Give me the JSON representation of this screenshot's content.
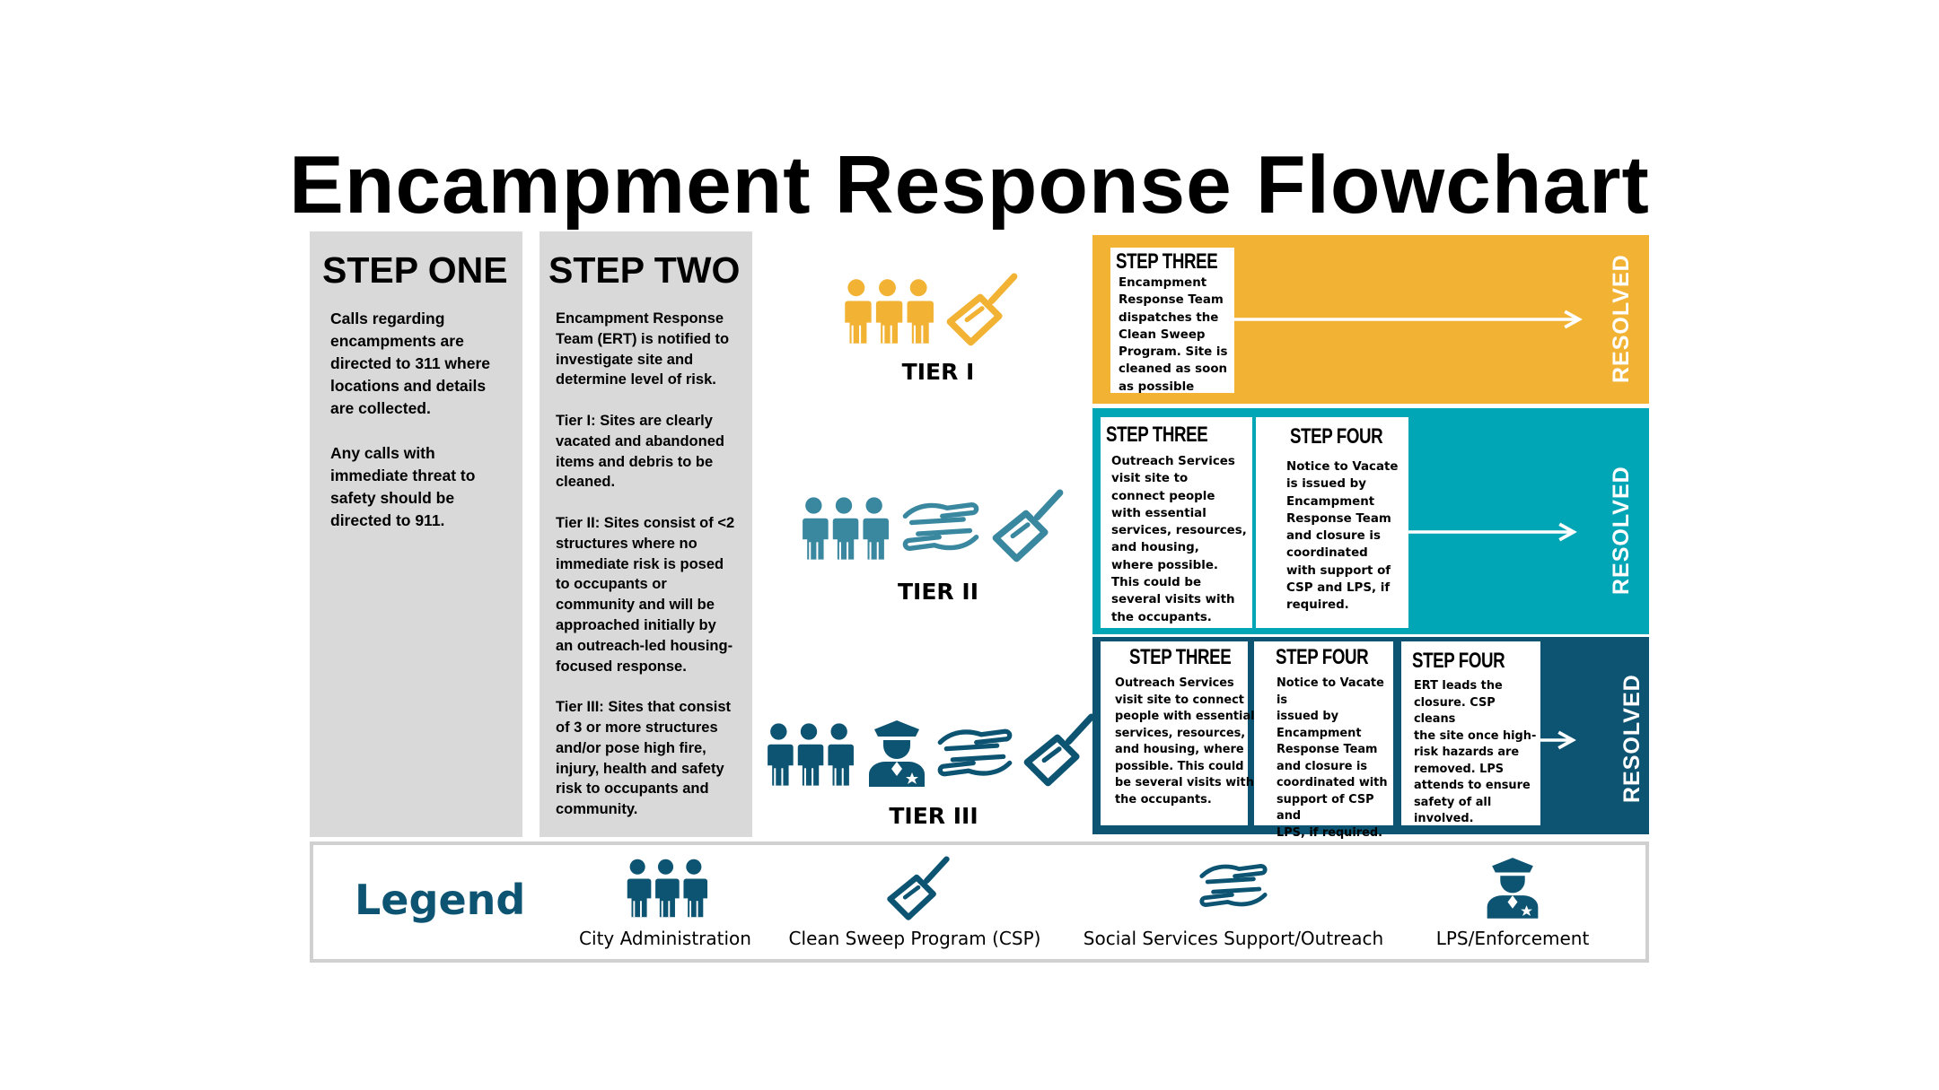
{
  "title": "Encampment Response Flowchart",
  "colors": {
    "gray": "#d9d9d9",
    "tier1": "#f2b233",
    "tier2": "#00a6b6",
    "tier3": "#0d5472",
    "icon_tier2": "#3a87a0",
    "icon_tier3": "#0d5472",
    "legend_icon": "#0d5472"
  },
  "step_one": {
    "heading": "STEP ONE",
    "text": "Calls regarding\nencampments are\ndirected to 311 where\nlocations and details\nare collected.\n\nAny calls with\nimmediate threat to\nsafety should be\ndirected to 911."
  },
  "step_two": {
    "heading": "STEP TWO",
    "text": "Encampment Response\nTeam (ERT) is notified to\ninvestigate site and\ndetermine level of risk.\n\nTier I: Sites are clearly\nvacated and abandoned\nitems and debris to be\ncleaned.\n\nTier II: Sites consist of <2\nstructures where no\nimmediate risk is posed\nto occupants or\ncommunity and will be\napproached initially by\nan outreach-led housing-\nfocused response.\n\nTier III: Sites that consist\nof 3 or more structures\nand/or pose high fire,\ninjury, health and safety\nrisk to occupants and\ncommunity."
  },
  "tiers": [
    {
      "label": "TIER I",
      "icons": [
        "city-administration-icon",
        "broom-icon"
      ],
      "resolved": "RESOLVED",
      "cards": [
        {
          "heading": "STEP THREE",
          "text": "Encampment\nResponse Team\ndispatches the\nClean Sweep\nProgram. Site is\ncleaned as soon\nas possible"
        }
      ]
    },
    {
      "label": "TIER II",
      "icons": [
        "city-administration-icon",
        "helping-hands-icon",
        "broom-icon"
      ],
      "resolved": "RESOLVED",
      "cards": [
        {
          "heading": "STEP THREE",
          "text": "Outreach Services\nvisit site to\nconnect people\nwith essential\nservices, resources,\nand housing,\nwhere possible.\nThis could be\nseveral visits with\nthe occupants."
        },
        {
          "heading": "STEP FOUR",
          "text": "Notice to Vacate\nis issued by\nEncampment\nResponse Team\nand closure is\ncoordinated\nwith support of\nCSP and LPS, if\nrequired."
        }
      ]
    },
    {
      "label": "TIER III",
      "icons": [
        "city-administration-icon",
        "police-officer-icon",
        "helping-hands-icon",
        "broom-icon"
      ],
      "resolved": "RESOLVED",
      "cards": [
        {
          "heading": "STEP THREE",
          "text": "Outreach Services\nvisit site to connect\npeople with essential\nservices, resources,\nand housing, where\npossible. This could\nbe several visits with\nthe occupants."
        },
        {
          "heading": "STEP FOUR",
          "text": "Notice to Vacate is\nissued by\nEncampment\nResponse Team\nand closure is\ncoordinated with\nsupport of CSP and\nLPS, if required."
        },
        {
          "heading": "STEP FOUR",
          "text": "ERT leads the\nclosure. CSP cleans\nthe site once high-\nrisk hazards are\nremoved. LPS\nattends to ensure\nsafety of all\ninvolved."
        }
      ]
    }
  ],
  "legend": {
    "title": "Legend",
    "items": [
      {
        "icon": "city-administration-icon",
        "label": "City Administration"
      },
      {
        "icon": "broom-icon",
        "label": "Clean Sweep Program (CSP)"
      },
      {
        "icon": "helping-hands-icon",
        "label": "Social Services Support/Outreach"
      },
      {
        "icon": "police-officer-icon",
        "label": "LPS/Enforcement"
      }
    ]
  }
}
